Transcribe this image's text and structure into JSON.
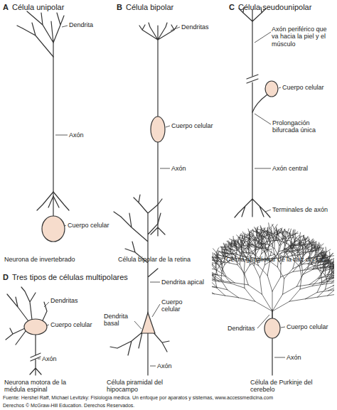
{
  "diagram": {
    "labels": [
      "A",
      "Célula unipolar",
      "B",
      "Célula bipolar",
      "C",
      "Célula seudounipolar",
      "Dendrita",
      "Axón",
      "Cuerpo celular",
      "Neurona de invertebrado",
      "Dendritas",
      "Cuerpo celular",
      "Axón",
      "Célula bipolar de la retina",
      "Axón periférico que va hacia la piel y el músculo",
      "Cuerpo celular",
      "Prolongación bifurcada única",
      "Axón central",
      "Terminales de axón",
      "Célula ganglionar de la raíz dorsal",
      "D",
      "Tres tipos de células multipolares",
      "Dendritas",
      "Cuerpo celular",
      "Axón",
      "Neurona motora de la médula espinal",
      "Dendrita apical",
      "Cuerpo celular",
      "Dendrita basal",
      "Axón",
      "Célula piramidal del hipocampo",
      "Dendritas",
      "Cuerpo celular",
      "Axón",
      "Célula de Purkinje del cerebelo",
      "Fuente: Hershel Raff, Michael Levitzky: Fisiología médica. Un enfoque por aparatos y sistemas, www.accessmedicina.com",
      "Derechos © McGraw-Hill Education. Derechos Reservados."
    ]
  }
}
